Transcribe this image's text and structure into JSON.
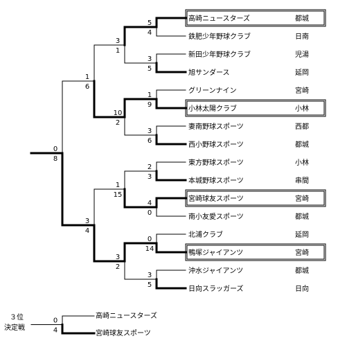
{
  "teams": [
    {
      "name": "高崎ニュースターズ",
      "region": "都城",
      "boxed": true
    },
    {
      "name": "鉄肥少年野球クラブ",
      "region": "日南",
      "boxed": false
    },
    {
      "name": "新田少年野球クラブ",
      "region": "児湯",
      "boxed": false
    },
    {
      "name": "旭サンダース",
      "region": "延岡",
      "boxed": false
    },
    {
      "name": "グリーンナイン",
      "region": "宮崎",
      "boxed": false
    },
    {
      "name": "小林太陽クラブ",
      "region": "小林",
      "boxed": true
    },
    {
      "name": "妻南野球スポーツ",
      "region": "西都",
      "boxed": false
    },
    {
      "name": "西小野球スポーツ",
      "region": "都城",
      "boxed": false
    },
    {
      "name": "東方野球スポーツ",
      "region": "小林",
      "boxed": false
    },
    {
      "name": "本城野球スポーツ",
      "region": "串間",
      "boxed": false
    },
    {
      "name": "宮崎球友スポーツ",
      "region": "宮崎",
      "boxed": true
    },
    {
      "name": "南小友愛スポーツ",
      "region": "都城",
      "boxed": false
    },
    {
      "name": "北浦クラブ",
      "region": "延岡",
      "boxed": false
    },
    {
      "name": "鴨塚ジャイアンツ",
      "region": "宮崎",
      "boxed": true
    },
    {
      "name": "沖水ジャイアンツ",
      "region": "都城",
      "boxed": false
    },
    {
      "name": "日向スラッガーズ",
      "region": "日向",
      "boxed": false
    }
  ],
  "round1": [
    {
      "score_top": "5",
      "score_bottom": "4"
    },
    {
      "score_top": "3",
      "score_bottom": "5"
    },
    {
      "score_top": "1",
      "score_bottom": "9"
    },
    {
      "score_top": "3",
      "score_bottom": "6"
    },
    {
      "score_top": "2",
      "score_bottom": "3"
    },
    {
      "score_top": "4",
      "score_bottom": "0"
    },
    {
      "score_top": "0",
      "score_bottom": "14"
    },
    {
      "score_top": "3",
      "score_bottom": "5"
    }
  ],
  "round2": [
    {
      "score_top": "3",
      "score_bottom": "1"
    },
    {
      "score_top": "10",
      "score_bottom": "2"
    },
    {
      "score_top": "1",
      "score_bottom": "15"
    },
    {
      "score_top": "3",
      "score_bottom": "2"
    }
  ],
  "semis": [
    {
      "score_top": "1",
      "score_bottom": "6"
    },
    {
      "score_top": "3",
      "score_bottom": "4"
    }
  ],
  "final": {
    "score_top": "0",
    "score_bottom": "8"
  },
  "third_place": {
    "title_line1": "３位",
    "title_line2": "決定戦",
    "team_top": "高崎ニュースターズ",
    "team_bottom": "宮崎球友スポーツ",
    "score_top": "0",
    "score_bottom": "4"
  },
  "colors": {
    "line": "#000000",
    "background": "#ffffff"
  }
}
